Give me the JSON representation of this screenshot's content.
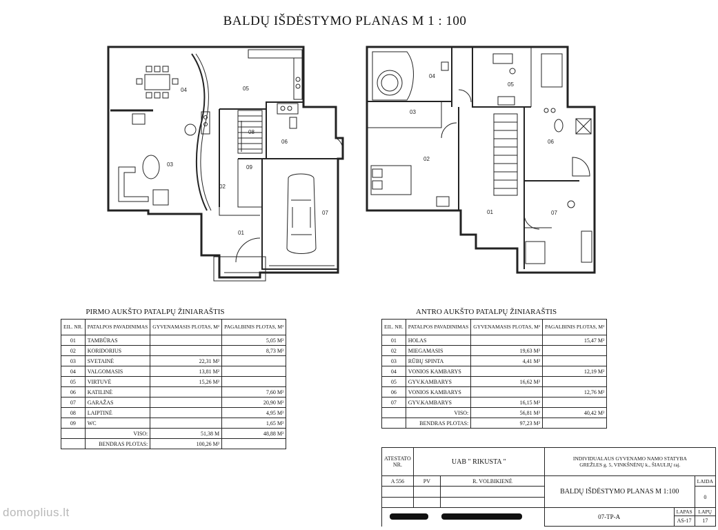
{
  "title": "BALDŲ IŠDĖSTYMO PLANAS M 1 : 100",
  "plan1": {
    "rooms": [
      {
        "no": "01"
      },
      {
        "no": "02"
      },
      {
        "no": "03"
      },
      {
        "no": "04"
      },
      {
        "no": "05"
      },
      {
        "no": "06"
      },
      {
        "no": "07"
      },
      {
        "no": "08"
      },
      {
        "no": "09"
      }
    ]
  },
  "plan2": {
    "rooms": [
      {
        "no": "01"
      },
      {
        "no": "02"
      },
      {
        "no": "03"
      },
      {
        "no": "04"
      },
      {
        "no": "05"
      },
      {
        "no": "06"
      },
      {
        "no": "07"
      }
    ]
  },
  "table1": {
    "title": "PIRMO AUKŠTO PATALPŲ ŽINIARAŠTIS",
    "headers": [
      "EIL. NR.",
      "PATALPOS PAVADINIMAS",
      "GYVENAMASIS PLOTAS, M²",
      "PAGALBINIS PLOTAS, M²"
    ],
    "rows": [
      [
        "01",
        "TAMBŪRAS",
        "",
        "5,05 M²"
      ],
      [
        "02",
        "KORIDORIUS",
        "",
        "8,73 M²"
      ],
      [
        "03",
        "SVETAINĖ",
        "22,31 M²",
        ""
      ],
      [
        "04",
        "VALGOMASIS",
        "13,81 M²",
        ""
      ],
      [
        "05",
        "VIRTUVĖ",
        "15,26 M²",
        ""
      ],
      [
        "06",
        "KATILINĖ",
        "",
        "7,60 M²"
      ],
      [
        "07",
        "GARAŽAS",
        "",
        "20,90 M²"
      ],
      [
        "08",
        "LAIPTINĖ",
        "",
        "4,95 M²"
      ],
      [
        "09",
        "WC",
        "",
        "1,65 M²"
      ]
    ],
    "total_label": "VISO:",
    "total_living": "51,38 M",
    "total_aux": "48,88 M²",
    "grand_label": "BENDRAS PLOTAS:",
    "grand_value": "100,26 M²"
  },
  "table2": {
    "title": "ANTRO AUKŠTO PATALPŲ ŽINIARAŠTIS",
    "headers": [
      "EIL. NR.",
      "PATALPOS PAVADINIMAS",
      "GYVENAMASIS PLOTAS, M²",
      "PAGALBINIS PLOTAS, M²"
    ],
    "rows": [
      [
        "01",
        "HOLAS",
        "",
        "15,47 M²"
      ],
      [
        "02",
        "MIEGAMASIS",
        "19,63 M²",
        ""
      ],
      [
        "03",
        "RŪBŲ SPINTA",
        "4,41 M²",
        ""
      ],
      [
        "04",
        "VONIOS KAMBARYS",
        "",
        "12,19 M²"
      ],
      [
        "05",
        "GYV.KAMBARYS",
        "16,62 M²",
        ""
      ],
      [
        "06",
        "VONIOS KAMBARYS",
        "",
        "12,76 M²"
      ],
      [
        "07",
        "GYV.KAMBARYS",
        "16,15 M²",
        ""
      ]
    ],
    "total_label": "VISO:",
    "total_living": "56,81 M²",
    "total_aux": "40,42 M²",
    "grand_label": "BENDRAS PLOTAS:",
    "grand_value": "97,23 M²"
  },
  "stamp": {
    "atestato_label": "ATESTATO NR.",
    "company": "UAB \" RIKUSTA \"",
    "project": "INDIVIDUALAUS GYVENAMO NAMO STATYBA",
    "address": "GREŽLES g. 5, VINKŠNĖNŲ k., ŠIAULIŲ raj.",
    "att_no": "A 556",
    "role": "PV",
    "person": "R. VOLBIKIENĖ",
    "sheet_title": "BALDŲ IŠDĖSTYMO PLANAS M 1:100",
    "laida_label": "LAIDA",
    "laida_value": "0",
    "code": "07-TP-A",
    "lapas_label": "LAPAS",
    "lapas_value": "AS-17",
    "lapu_label": "LAPŲ",
    "lapu_value": "17"
  },
  "watermark": "domoplius.lt"
}
